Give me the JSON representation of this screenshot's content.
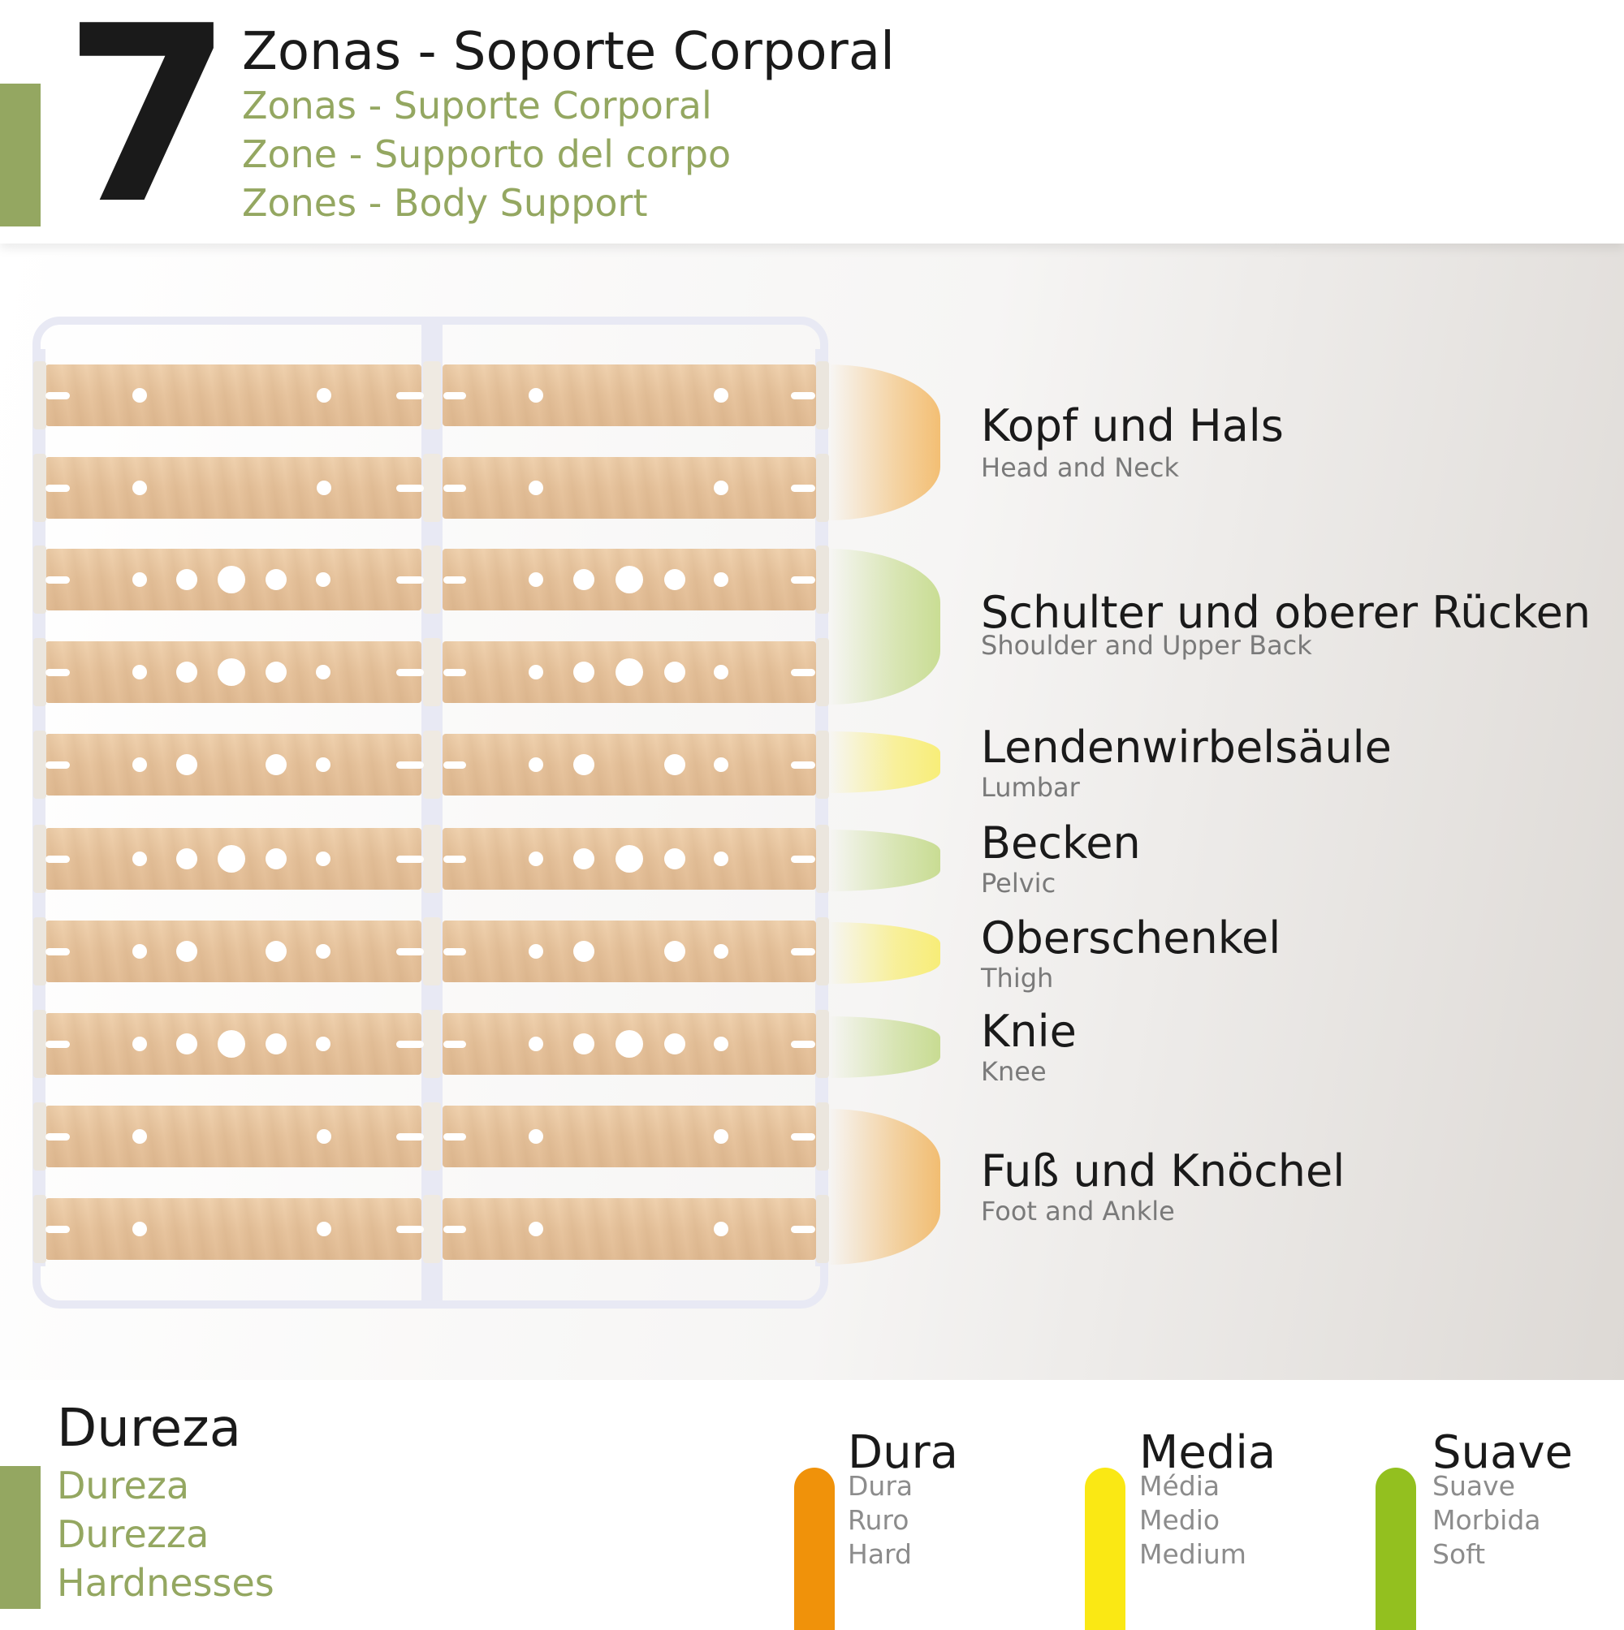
{
  "header": {
    "number": "7",
    "title": "Zonas - Soporte Corporal",
    "subtitles": [
      "Zonas - Suporte Corporal",
      "Zone - Supporto del corpo",
      "Zones - Body Support"
    ],
    "accent_color": "#94a761"
  },
  "zones": [
    {
      "label": "Kopf und Hals",
      "sub": "Head and Neck",
      "hardness": "Dura"
    },
    {
      "label": "Schulter und oberer Rücken",
      "sub": "Shoulder and Upper Back",
      "hardness": "Suave"
    },
    {
      "label": "Lendenwirbelsäule",
      "sub": "Lumbar",
      "hardness": "Media"
    },
    {
      "label": "Becken",
      "sub": "Pelvic",
      "hardness": "Suave"
    },
    {
      "label": "Oberschenkel",
      "sub": "Thigh",
      "hardness": "Media"
    },
    {
      "label": "Knie",
      "sub": "Knee",
      "hardness": "Suave"
    },
    {
      "label": "Fuß und Knöchel",
      "sub": "Foot and Ankle",
      "hardness": "Dura"
    }
  ],
  "footer": {
    "title": "Dureza",
    "subtitles": [
      "Dureza",
      "Durezza",
      "Hardnesses"
    ]
  },
  "legend": [
    {
      "label": "Dura",
      "subs": [
        "Dura",
        "Ruro",
        "Hard"
      ],
      "color": "#f0920a"
    },
    {
      "label": "Media",
      "subs": [
        "Média",
        "Medio",
        "Medium"
      ],
      "color": "#fae814"
    },
    {
      "label": "Suave",
      "subs": [
        "Suave",
        "Morbida",
        "Soft"
      ],
      "color": "#93c01f"
    }
  ],
  "colors": {
    "dura": "#f0920a",
    "media": "#fae814",
    "suave": "#93c01f"
  }
}
